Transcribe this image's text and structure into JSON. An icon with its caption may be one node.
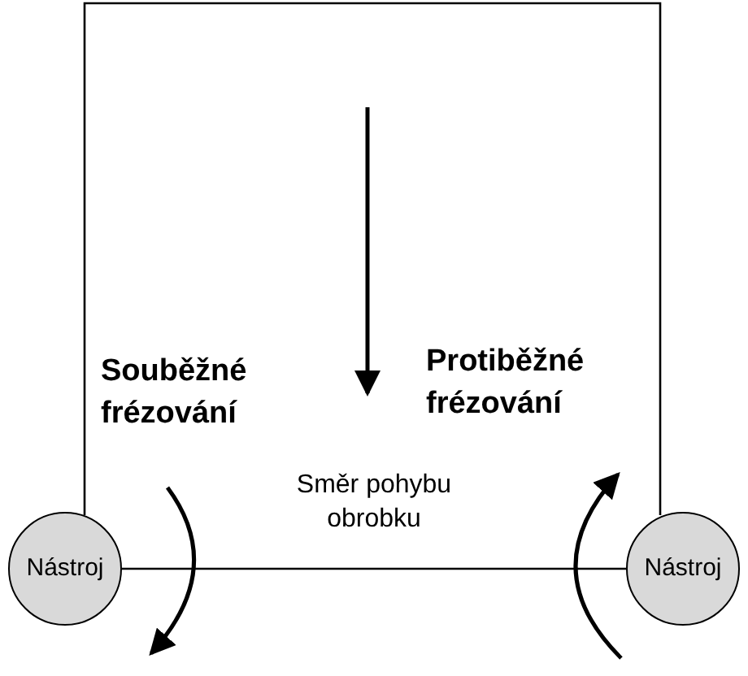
{
  "diagram": {
    "nodes": [
      {
        "text": [
          "Nástroj"
        ]
      },
      {
        "text": [
          "Nástroj"
        ]
      }
    ],
    "edges": [
      {
        "from": 0,
        "to": 1,
        "arrow": "none"
      }
    ],
    "labels": [
      "Souběžné frézování",
      "Protiběžné frézování",
      "Směr pohybu obrobku"
    ]
  }
}
